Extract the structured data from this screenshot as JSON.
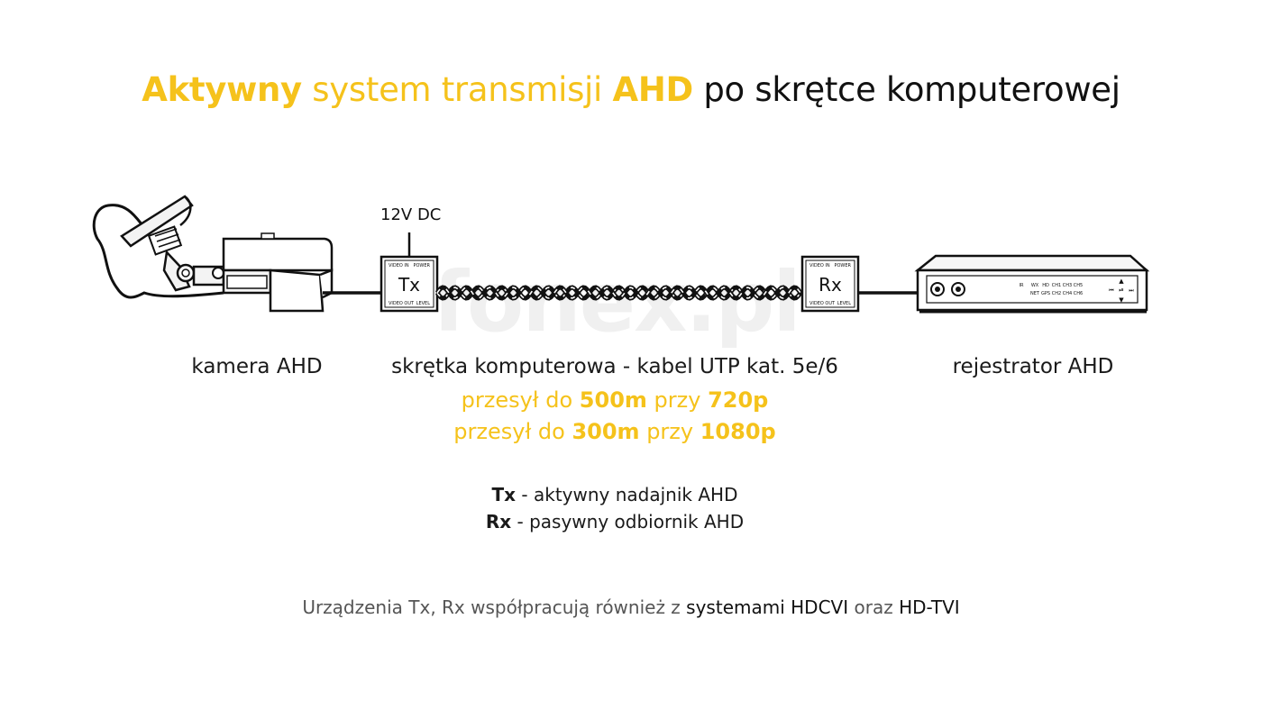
{
  "title": {
    "part1": "Aktywny",
    "part2": " system transmisji ",
    "part3": "AHD",
    "part4": " po skrętce komputerowej"
  },
  "watermark": "fonex.pl",
  "power_label": "12V DC",
  "tx_box": {
    "name": "Tx",
    "top_left": "VIDEO IN",
    "top_right": "POWER",
    "bottom_left": "VIDEO OUT",
    "bottom_right": "LEVEL"
  },
  "rx_box": {
    "name": "Rx",
    "top_left": "VIDEO IN",
    "top_right": "POWER",
    "bottom_left": "VIDEO OUT",
    "bottom_right": "LEVEL"
  },
  "recorder_panel": {
    "row1": [
      "IR",
      "WX",
      "HD",
      "CH1",
      "CH3",
      "CH5"
    ],
    "row2": [
      "NET",
      "GPS",
      "CH2",
      "CH4",
      "CH6"
    ]
  },
  "captions": {
    "camera": "kamera AHD",
    "cable": "skrętka komputerowa - kabel UTP kat. 5e/6",
    "recorder": "rejestrator AHD"
  },
  "range": {
    "line1": {
      "a": "przesył do ",
      "b": "500m",
      "c": " przy ",
      "d": "720p"
    },
    "line2": {
      "a": "przesył do ",
      "b": "300m",
      "c": " przy ",
      "d": "1080p"
    }
  },
  "legend": {
    "tx_key": "Tx",
    "tx_text": " - aktywny nadajnik AHD",
    "rx_key": "Rx",
    "rx_text": " - pasywny odbiornik AHD"
  },
  "note": {
    "a": "Urządzenia Tx, Rx współpracują również z ",
    "b": "systemami HDCVI",
    "c": " oraz ",
    "d": "HD-TVI"
  },
  "colors": {
    "accent": "#f5c21b",
    "text": "#111111",
    "note": "#555555"
  }
}
